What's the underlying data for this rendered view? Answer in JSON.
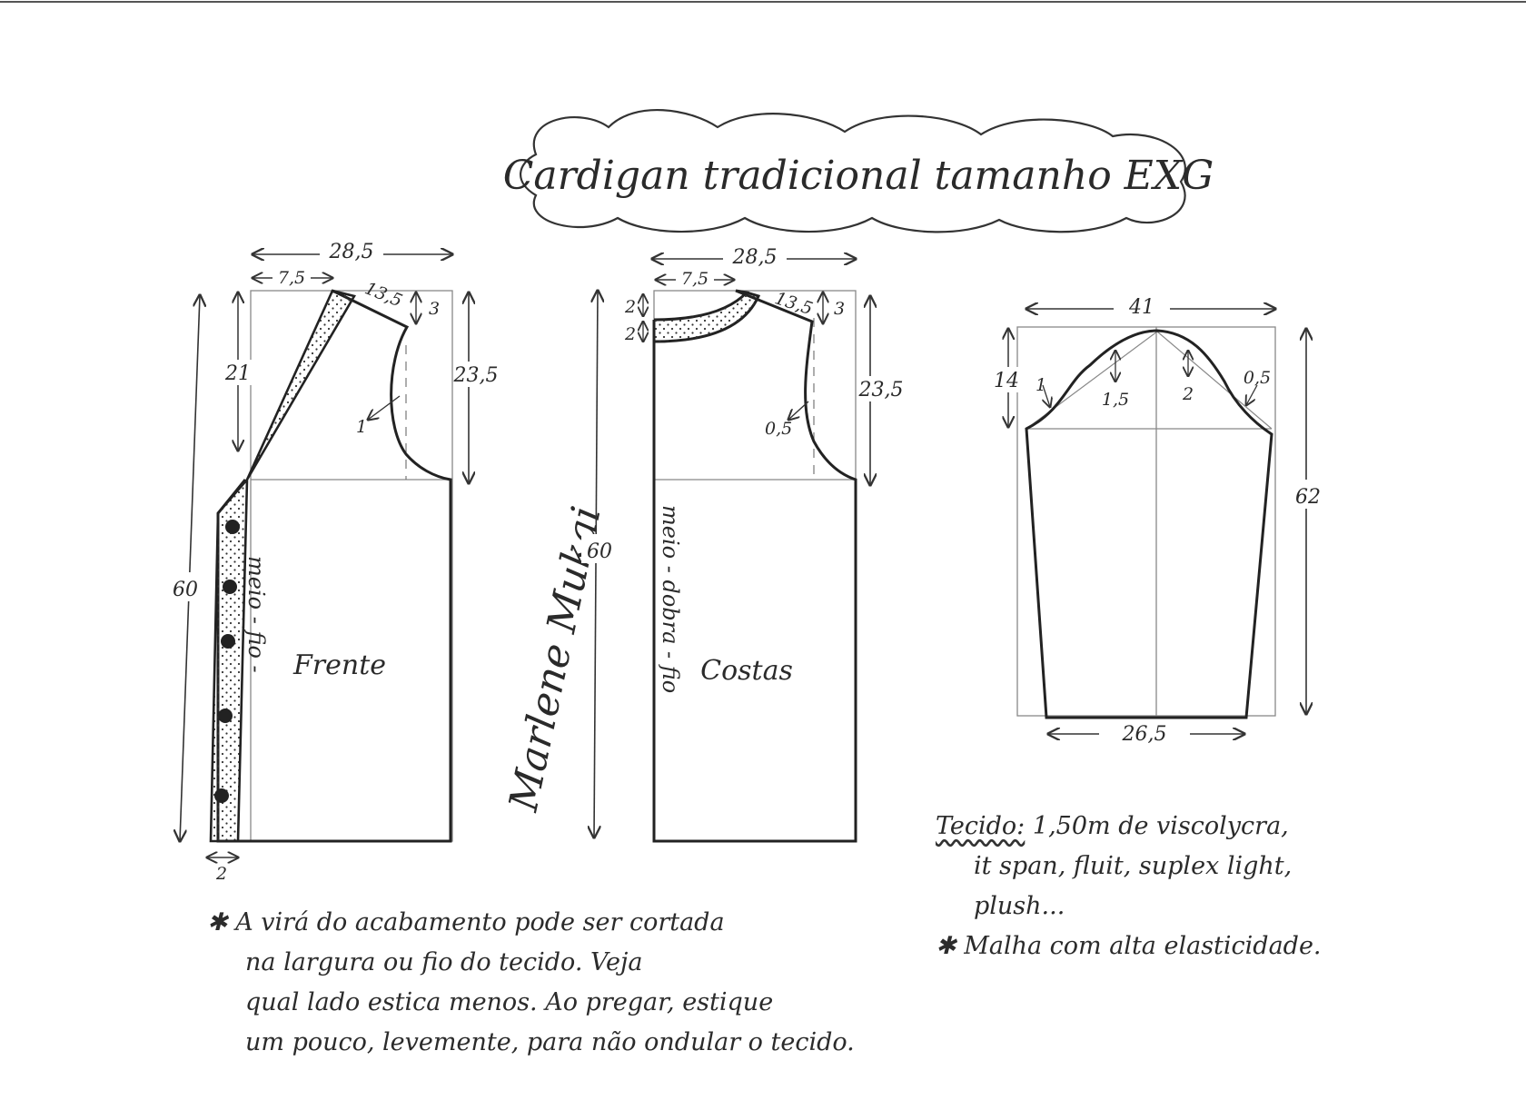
{
  "title": "Cardigan tradicional tamanho EXG",
  "signature": "Marlene Mukai",
  "front": {
    "label": "Frente",
    "center_note": "meio - fio -",
    "dims": {
      "width": "28,5",
      "neck_width": "7,5",
      "shoulder": "13,5",
      "shoulder_drop": "3",
      "neck_depth": "21",
      "armhole_depth": "23,5",
      "length": "60",
      "armhole_curve": "1",
      "band_width": "2"
    },
    "buttons": 5
  },
  "back": {
    "label": "Costas",
    "center_note": "meio - dobra - fio",
    "dims": {
      "width": "28,5",
      "neck_width": "7,5",
      "shoulder": "13,5",
      "shoulder_drop": "3",
      "neck_band_top": "2",
      "neck_band_bottom": "2",
      "armhole_depth": "23,5",
      "length": "60",
      "armhole_curve": "0,5"
    }
  },
  "sleeve": {
    "dims": {
      "width": "41",
      "cap_height": "14",
      "length": "62",
      "hem": "26,5",
      "cap_left_1": "1",
      "cap_left_2": "1,5",
      "cap_right_1": "2",
      "cap_right_2": "0,5"
    }
  },
  "notes": {
    "left": [
      "✱ A virá do acabamento pode ser cortada",
      "na largura ou fio do tecido. Veja",
      "qual lado estica menos. Ao pregar, estique",
      "um pouco, levemente, para não ondular o tecido."
    ],
    "fabric_label": "Tecido:",
    "fabric_lines": [
      "1,50m de viscolycra,",
      "it span, fluit, suplex light,",
      "plush..."
    ],
    "fabric_extra": "✱ Malha com alta elasticidade."
  }
}
